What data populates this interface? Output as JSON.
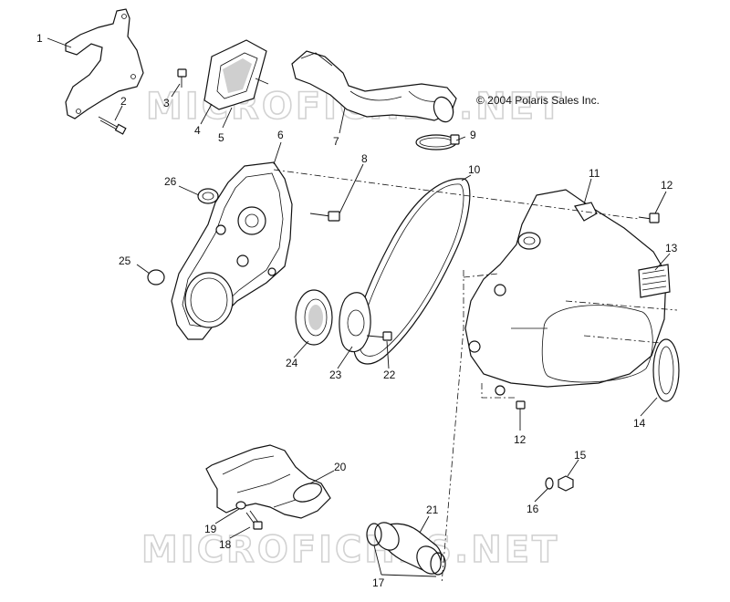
{
  "copyright": "© 2004 Polaris Sales Inc.",
  "watermark": "MICROFICHES.NET",
  "callouts": {
    "c1": "1",
    "c2": "2",
    "c3": "3",
    "c4": "4",
    "c5": "5",
    "c6": "6",
    "c7": "7",
    "c8": "8",
    "c9": "9",
    "c10": "10",
    "c11": "11",
    "c12a": "12",
    "c12b": "12",
    "c13": "13",
    "c14": "14",
    "c15": "15",
    "c16": "16",
    "c17": "17",
    "c18": "18",
    "c19": "19",
    "c20": "20",
    "c21": "21",
    "c22": "22",
    "c23": "23",
    "c24": "24",
    "c25": "25",
    "c26": "26"
  }
}
